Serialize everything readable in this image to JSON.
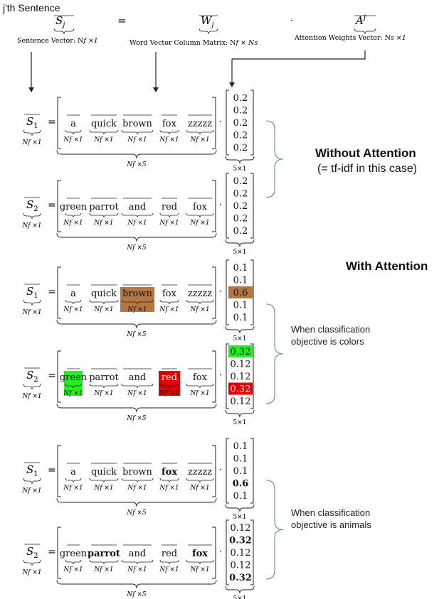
{
  "title": "j'th Sentence",
  "header": {
    "sentence_symbol": "S",
    "sentence_sub": "j",
    "equals": "=",
    "matrix_symbol": "W",
    "matrix_sub": "j",
    "dot": "·",
    "attention_symbol": "A",
    "attention_sup": "j",
    "sentence_caption": "Sentence Vector: N",
    "sentence_caption_tail": "f ×1",
    "matrix_caption": "Word Vector Column Matrix: N",
    "matrix_caption_tail": "f × Ns",
    "attention_caption": "Attention Weights Vector: N",
    "attention_caption_tail": "s ×1"
  },
  "labels": {
    "without_attention": "Without Attention",
    "without_attention_sub": "(= tf-idf in this case)",
    "with_attention": "With Attention",
    "colors_note_1": "When classification",
    "colors_note_2": "objective is colors",
    "animals_note_1": "When classification",
    "animals_note_2": "objective is animals"
  },
  "dims": {
    "word": "Nf ×1",
    "matrix": "Nf ×5",
    "weights": "5×1"
  },
  "colors": {
    "brown": "#b5773f",
    "green": "#22ee22",
    "red": "#e00000",
    "line": "#222222",
    "brace": "#5b8fa8"
  },
  "equations": [
    {
      "id": "wo-s1",
      "lhs": "S",
      "lhs_sub": "1",
      "words": [
        {
          "w": "a",
          "hl": null,
          "bold": false
        },
        {
          "w": "quick",
          "hl": null,
          "bold": false
        },
        {
          "w": "brown",
          "hl": null,
          "bold": false
        },
        {
          "w": "fox",
          "hl": null,
          "bold": false
        },
        {
          "w": "zzzzz",
          "hl": null,
          "bold": false
        }
      ],
      "weights": [
        {
          "v": "0.2",
          "hl": null,
          "bold": false
        },
        {
          "v": "0.2",
          "hl": null,
          "bold": false
        },
        {
          "v": "0.2",
          "hl": null,
          "bold": false
        },
        {
          "v": "0.2",
          "hl": null,
          "bold": false
        },
        {
          "v": "0.2",
          "hl": null,
          "bold": false
        }
      ]
    },
    {
      "id": "wo-s2",
      "lhs": "S",
      "lhs_sub": "2",
      "words": [
        {
          "w": "green",
          "hl": null,
          "bold": false
        },
        {
          "w": "parrot",
          "hl": null,
          "bold": false
        },
        {
          "w": "and",
          "hl": null,
          "bold": false
        },
        {
          "w": "red",
          "hl": null,
          "bold": false
        },
        {
          "w": "fox",
          "hl": null,
          "bold": false
        }
      ],
      "weights": [
        {
          "v": "0.2",
          "hl": null,
          "bold": false
        },
        {
          "v": "0.2",
          "hl": null,
          "bold": false
        },
        {
          "v": "0.2",
          "hl": null,
          "bold": false
        },
        {
          "v": "0.2",
          "hl": null,
          "bold": false
        },
        {
          "v": "0.2",
          "hl": null,
          "bold": false
        }
      ]
    },
    {
      "id": "col-s1",
      "lhs": "S",
      "lhs_sub": "1",
      "words": [
        {
          "w": "a",
          "hl": null,
          "bold": false
        },
        {
          "w": "quick",
          "hl": null,
          "bold": false
        },
        {
          "w": "brown",
          "hl": "brown",
          "bold": false
        },
        {
          "w": "fox",
          "hl": null,
          "bold": false
        },
        {
          "w": "zzzzz",
          "hl": null,
          "bold": false
        }
      ],
      "weights": [
        {
          "v": "0.1",
          "hl": null,
          "bold": false
        },
        {
          "v": "0.1",
          "hl": null,
          "bold": false
        },
        {
          "v": "0.6",
          "hl": "brown",
          "bold": false
        },
        {
          "v": "0.1",
          "hl": null,
          "bold": false
        },
        {
          "v": "0.1",
          "hl": null,
          "bold": false
        }
      ]
    },
    {
      "id": "col-s2",
      "lhs": "S",
      "lhs_sub": "2",
      "words": [
        {
          "w": "green",
          "hl": "green",
          "bold": false
        },
        {
          "w": "parrot",
          "hl": null,
          "bold": false
        },
        {
          "w": "and",
          "hl": null,
          "bold": false
        },
        {
          "w": "red",
          "hl": "red",
          "bold": false
        },
        {
          "w": "fox",
          "hl": null,
          "bold": false
        }
      ],
      "weights": [
        {
          "v": "0.32",
          "hl": "green",
          "bold": false
        },
        {
          "v": "0.12",
          "hl": null,
          "bold": false
        },
        {
          "v": "0.12",
          "hl": null,
          "bold": false
        },
        {
          "v": "0.32",
          "hl": "red",
          "bold": false
        },
        {
          "v": "0.12",
          "hl": null,
          "bold": false
        }
      ]
    },
    {
      "id": "ani-s1",
      "lhs": "S",
      "lhs_sub": "1",
      "words": [
        {
          "w": "a",
          "hl": null,
          "bold": false
        },
        {
          "w": "quick",
          "hl": null,
          "bold": false
        },
        {
          "w": "brown",
          "hl": null,
          "bold": false
        },
        {
          "w": "fox",
          "hl": null,
          "bold": true
        },
        {
          "w": "zzzzz",
          "hl": null,
          "bold": false
        }
      ],
      "weights": [
        {
          "v": "0.1",
          "hl": null,
          "bold": false
        },
        {
          "v": "0.1",
          "hl": null,
          "bold": false
        },
        {
          "v": "0.1",
          "hl": null,
          "bold": false
        },
        {
          "v": "0.6",
          "hl": null,
          "bold": true
        },
        {
          "v": "0.1",
          "hl": null,
          "bold": false
        }
      ]
    },
    {
      "id": "ani-s2",
      "lhs": "S",
      "lhs_sub": "2",
      "words": [
        {
          "w": "green",
          "hl": null,
          "bold": false
        },
        {
          "w": "parrot",
          "hl": null,
          "bold": true
        },
        {
          "w": "and",
          "hl": null,
          "bold": false
        },
        {
          "w": "red",
          "hl": null,
          "bold": false
        },
        {
          "w": "fox",
          "hl": null,
          "bold": true
        }
      ],
      "weights": [
        {
          "v": "0.12",
          "hl": null,
          "bold": false
        },
        {
          "v": "0.32",
          "hl": null,
          "bold": true
        },
        {
          "v": "0.12",
          "hl": null,
          "bold": false
        },
        {
          "v": "0.12",
          "hl": null,
          "bold": false
        },
        {
          "v": "0.32",
          "hl": null,
          "bold": true
        }
      ]
    }
  ]
}
